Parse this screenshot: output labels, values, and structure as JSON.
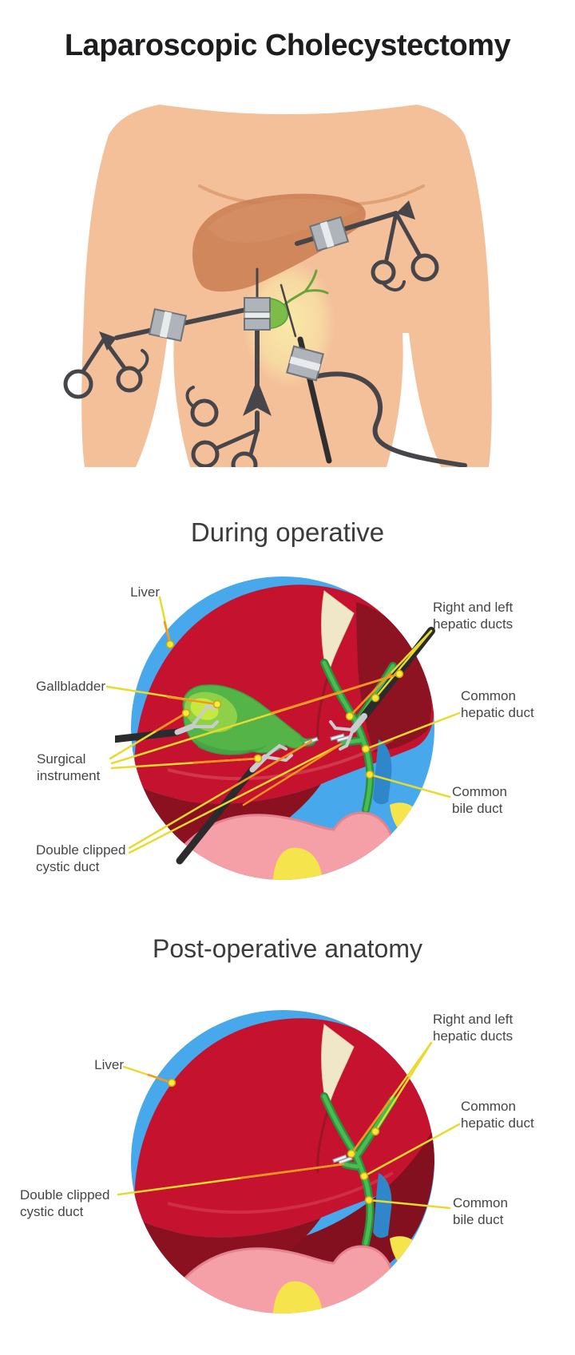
{
  "title": "Laparoscopic Cholecystectomy",
  "during": {
    "heading": "During operative",
    "labels": {
      "liver": "Liver",
      "gallbladder": "Gallbladder",
      "surgical_instrument": "Surgical instrument",
      "double_clipped_cystic_duct": "Double clipped cystic duct",
      "right_left_hepatic_ducts": "Right and left hepatic ducts",
      "common_hepatic_duct": "Common hepatic duct",
      "common_bile_duct": "Common bile duct"
    }
  },
  "post": {
    "heading": "Post-operative anatomy",
    "labels": {
      "liver": "Liver",
      "double_clipped_cystic_duct": "Double clipped cystic duct",
      "right_left_hepatic_ducts": "Right and left hepatic ducts",
      "common_hepatic_duct": "Common hepatic duct",
      "common_bile_duct": "Common bile duct"
    }
  },
  "colors": {
    "skin": "#F4C09A",
    "liver_red": "#C4122F",
    "liver_dark_red": "#8C1120",
    "duct_green": "#3FAF4C",
    "background_blue": "#47A9EC",
    "duodenum_pink": "#F5A0A6",
    "pancreas_yellow": "#F6E44C",
    "ligament_cream": "#F0E7C9",
    "leader_yellow": "#E8DB2D",
    "leader_orange": "#F7941D",
    "instrument_dark": "#46464A",
    "metal_gray": "#C9CCCF"
  }
}
